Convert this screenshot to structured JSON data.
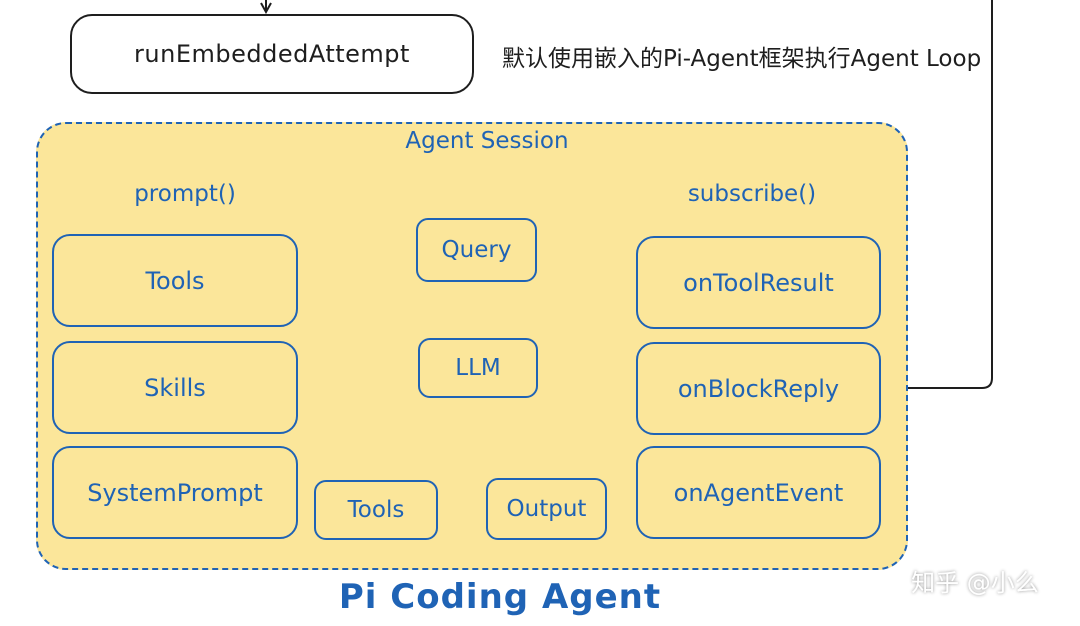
{
  "top": {
    "attempt_label": "runEmbeddedAttempt",
    "caption": "默认使用嵌入的Pi-Agent框架执行Agent Loop"
  },
  "session": {
    "title": "Agent Session",
    "left_title": "prompt()",
    "left_items": [
      "Tools",
      "Skills",
      "SystemPrompt"
    ],
    "right_title": "subscribe()",
    "right_items": [
      "onToolResult",
      "onBlockReply",
      "onAgentEvent"
    ],
    "flow": {
      "query": "Query",
      "llm": "LLM",
      "tools": "Tools",
      "output": "Output"
    }
  },
  "footer": {
    "brand": "Pi Coding Agent",
    "watermark": "知乎 @小么"
  },
  "colors": {
    "accent": "#1f63b5",
    "panel": "#fbe69a",
    "ink": "#1e1e1e"
  }
}
